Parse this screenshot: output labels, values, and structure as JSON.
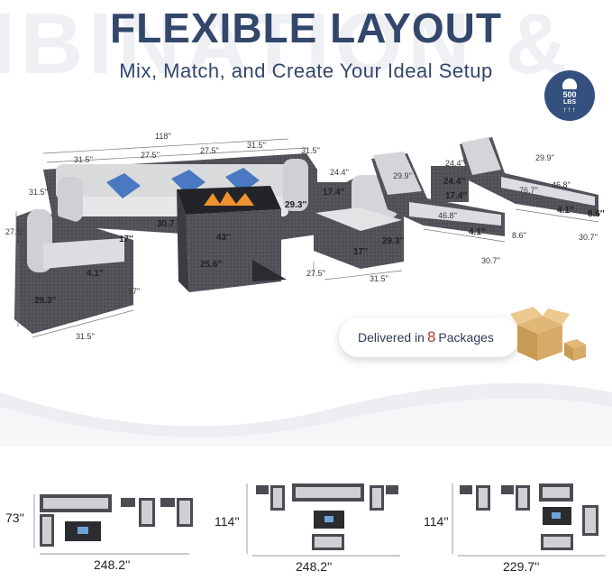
{
  "header": {
    "watermark": "IBINATION &",
    "title": "FLEXIBLE LAYOUT",
    "subtitle": "Mix, Match, and Create Your Ideal Setup"
  },
  "weight_badge": {
    "value": "500",
    "unit": "LBS"
  },
  "dimensions": {
    "sofa_total": "118''",
    "seat_a": "31.5''",
    "seat_b": "27.5''",
    "seat_c": "27.5''",
    "seat_d": "31.5''",
    "sofa_right": "31.5''",
    "sofa_left_depth": "31.5''",
    "sofa_height": "29.3''",
    "sofa_seat_h": "17''",
    "sofa_back": "30.7",
    "corner_depth": "27.5''",
    "corner_width": "31.5''",
    "corner_height": "29.3''",
    "corner_seat_h": "17''",
    "corner_arm": "4.1''",
    "fire_w": "43''",
    "fire_h": "25.6''",
    "chair_depth": "27.5''",
    "chair_width": "31.5''",
    "chair_height": "29.3''",
    "chair_seat_h": "17''",
    "side_table_a": "24.4''",
    "side_table_a_h": "17.4''",
    "lounger_a_w": "29.9''",
    "lounger_a_l": "46.8''",
    "lounger_a_side": "8.6''",
    "lounger_a_leg": "4.1''",
    "lounger_a_base": "30.7''",
    "side_table_b": "24.4''",
    "side_table_b2": "24.4''",
    "side_table_b_h": "17.4''",
    "lounger_b_w": "29.9''",
    "lounger_b_l": "46.8''",
    "lounger_b_mid": "76.7''",
    "lounger_b_side": "8.6''",
    "lounger_b_leg": "4.1''",
    "lounger_b_base": "30.7''"
  },
  "delivery": {
    "prefix": "Delivered in",
    "count": "8",
    "suffix": "Packages"
  },
  "configs": [
    {
      "height": "73''",
      "width": "248.2''"
    },
    {
      "height": "114''",
      "width": "248.2''"
    },
    {
      "height": "114''",
      "width": "229.7''"
    }
  ],
  "colors": {
    "title": "#33476b",
    "badge": "#34507e",
    "accent_number": "#b03a32",
    "wicker": "#4a4c52",
    "cushion": "#d9dadc",
    "pillow": "#4a78c2"
  }
}
